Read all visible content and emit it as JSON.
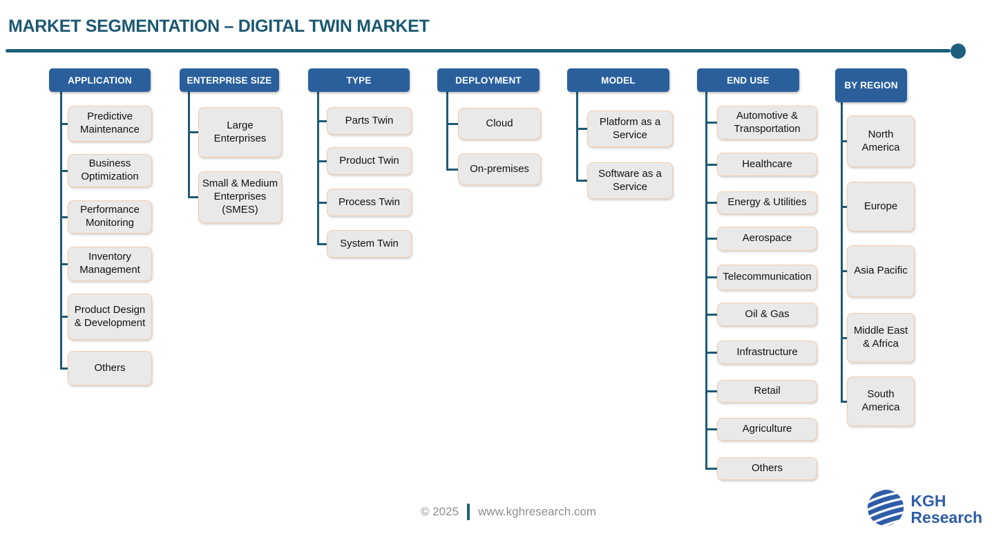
{
  "title": "MARKET SEGMENTATION – DIGITAL TWIN MARKET",
  "columns": [
    {
      "label": "APPLICATION",
      "items": [
        "Predictive Maintenance",
        "Business Optimization",
        "Performance Monitoring",
        "Inventory Management",
        "Product Design & Development",
        "Others"
      ]
    },
    {
      "label": "ENTERPRISE SIZE",
      "items": [
        "Large Enterprises",
        "Small & Medium Enterprises (SMES)"
      ]
    },
    {
      "label": "TYPE",
      "items": [
        "Parts Twin",
        "Product Twin",
        "Process Twin",
        "System Twin"
      ]
    },
    {
      "label": "DEPLOYMENT",
      "items": [
        "Cloud",
        "On-premises"
      ]
    },
    {
      "label": "MODEL",
      "items": [
        "Platform as a Service",
        "Software as a Service"
      ]
    },
    {
      "label": "END USE",
      "items": [
        "Automotive & Transportation",
        "Healthcare",
        "Energy & Utilities",
        "Aerospace",
        "Telecommunication",
        "Oil & Gas",
        "Infrastructure",
        "Retail",
        "Agriculture",
        "Others"
      ]
    },
    {
      "label": "BY REGION",
      "items": [
        "North America",
        "Europe",
        "Asia Pacific",
        "Middle East & Africa",
        "South America"
      ]
    }
  ],
  "footer": {
    "copyright": "© 2025",
    "website": "www.kghresearch.com"
  },
  "logo": {
    "line1": "KGH",
    "line2": "Research",
    "icon": "globe-icon"
  },
  "colors": {
    "title": "#1B5871",
    "rule": "#1E607C",
    "header_bg": "#2A5F9C",
    "item_bg": "#E9E9E9",
    "item_border": "#F5CBA8",
    "connector": "#1E5A74",
    "footer_text": "#8E8E8E",
    "logo_blue": "#2E5CA8"
  }
}
